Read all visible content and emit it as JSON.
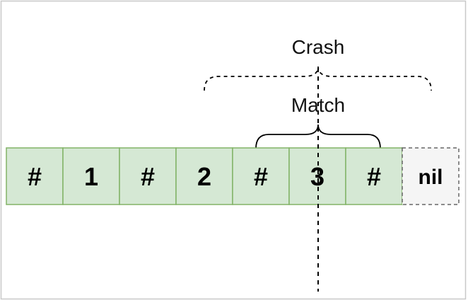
{
  "diagram": {
    "top_label": "Crash",
    "inner_label": "Match",
    "cells": [
      "#",
      "1",
      "#",
      "2",
      "#",
      "3",
      "#"
    ],
    "terminal_cell": "nil",
    "colors": {
      "cell_fill": "#d5e8d4",
      "cell_border": "#82b366",
      "terminal_fill": "#f5f5f5",
      "terminal_border": "#666666",
      "frame_border": "#c8c8c8",
      "line": "#000000"
    }
  }
}
